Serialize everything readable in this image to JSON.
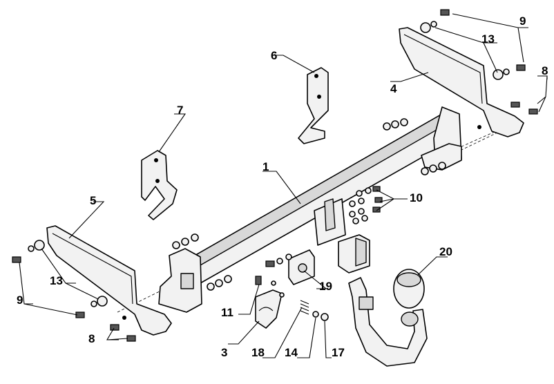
{
  "diagram": {
    "part_numbers": {
      "p1": "1",
      "p3": "3",
      "p4": "4",
      "p5": "5",
      "p6": "6",
      "p7": "7",
      "p8_right": "8",
      "p8_left": "8",
      "p9_right": "9",
      "p9_left": "9",
      "p10": "10",
      "p11": "11",
      "p13_right": "13",
      "p13_left": "13",
      "p14": "14",
      "p17": "17",
      "p18": "18",
      "p19": "19",
      "p20": "20"
    }
  }
}
